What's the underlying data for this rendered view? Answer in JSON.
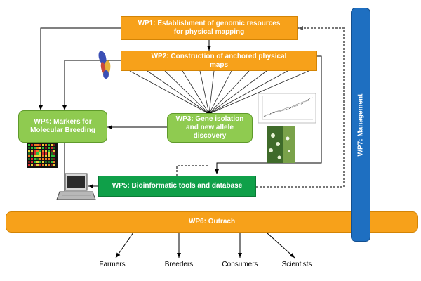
{
  "diagram": {
    "wp1": {
      "line1": "WP1: Establishment of genomic resources",
      "line2": "for physical mapping"
    },
    "wp2": {
      "line1": "WP2: Construction of anchored physical",
      "line2": "maps"
    },
    "wp3": {
      "line1": "WP3: Gene isolation",
      "line2": "and new allele",
      "line3": "discovery"
    },
    "wp4": {
      "line1": "WP4: Markers for",
      "line2": "Molecular Breeding"
    },
    "wp5": {
      "label": "WP5: Bioinformatic tools and database"
    },
    "wp6": {
      "label": "WP6: Outrach"
    },
    "wp7": {
      "label": "WP7: Management"
    },
    "stakeholders": [
      "Farmers",
      "Breeders",
      "Consumers",
      "Scientists"
    ],
    "colors": {
      "orange": "#f7a11a",
      "light_green": "#8fcb50",
      "dark_green": "#0fa049",
      "blue": "#1e6fc1"
    }
  }
}
